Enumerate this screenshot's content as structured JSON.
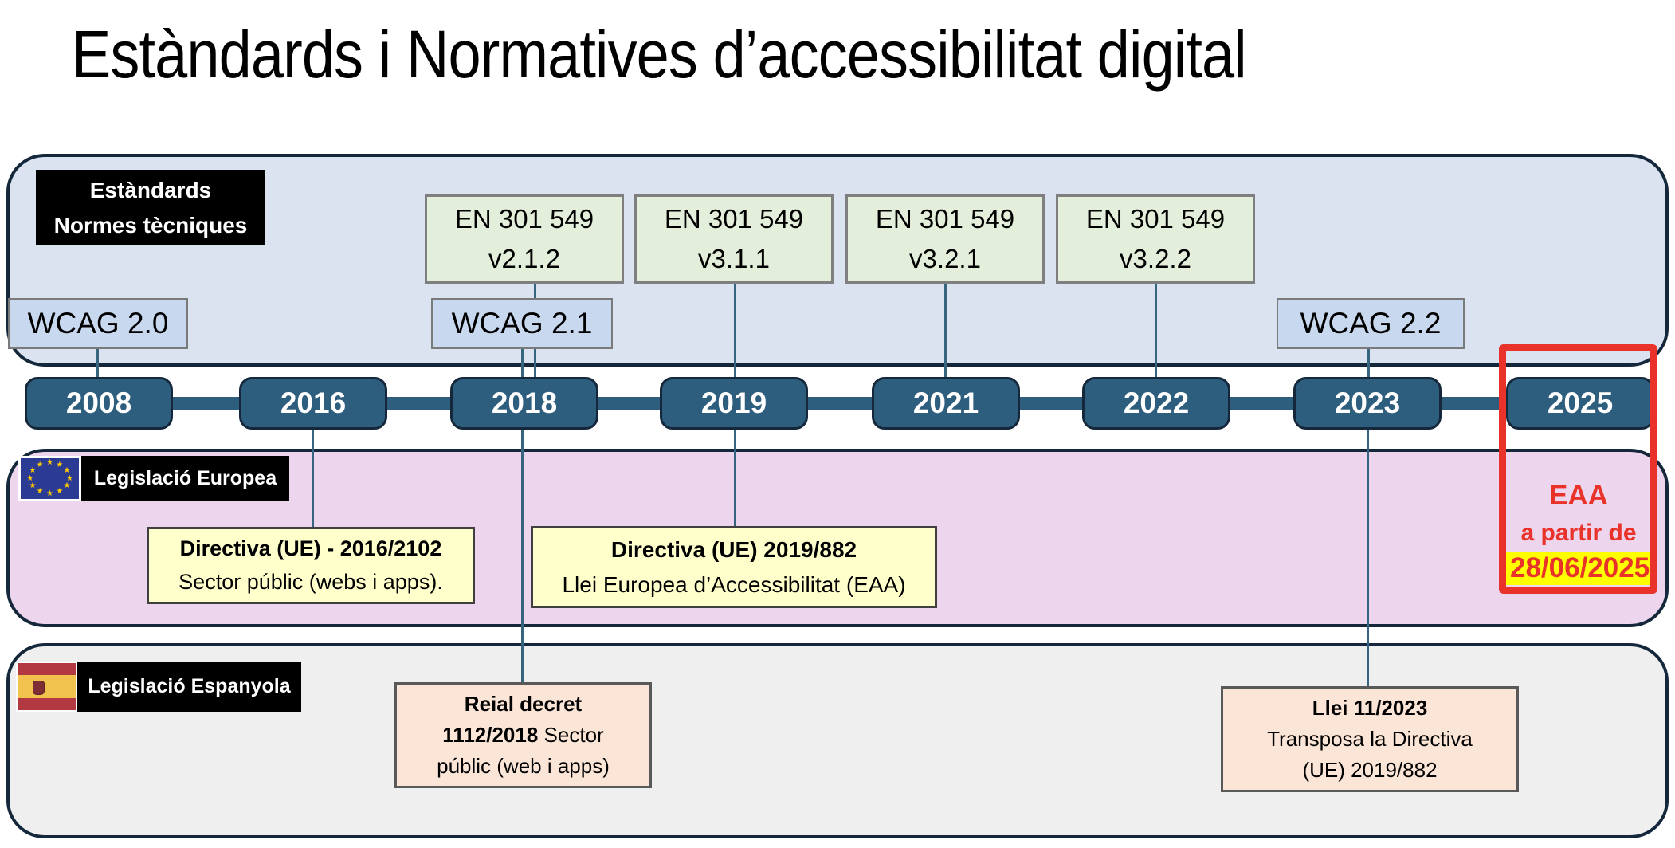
{
  "title": "Estàndards i Normatives d’accessibilitat digital",
  "icons": {
    "eu_star": "★"
  },
  "colors": {
    "section_border": "#15283b",
    "blue_bg": "#dbe3f1",
    "pink_bg": "#edd6ed",
    "gray_bg": "#f0eff0",
    "green_box": "#e3efda",
    "wcag_box": "#c8d8ee",
    "pill": "#2e5e7e",
    "connector": "#35657f",
    "yellow_box": "#ffffcb",
    "beige_box": "#fbe5d6",
    "alert_red": "#e9332a",
    "highlight_yellow": "#ffff00"
  },
  "standards_section": {
    "label_line1": "Estàndards",
    "label_line2": "Normes tècniques",
    "en_boxes": [
      {
        "name": "EN 301 549",
        "version": "v2.1.2"
      },
      {
        "name": "EN 301 549",
        "version": "v3.1.1"
      },
      {
        "name": "EN 301 549",
        "version": "v3.2.1"
      },
      {
        "name": "EN 301 549",
        "version": "v3.2.2"
      }
    ],
    "wcag_boxes": [
      {
        "label": "WCAG 2.0"
      },
      {
        "label": "WCAG 2.1"
      },
      {
        "label": "WCAG 2.2"
      }
    ]
  },
  "timeline": {
    "years": [
      {
        "label": "2008"
      },
      {
        "label": "2016"
      },
      {
        "label": "2018"
      },
      {
        "label": "2019"
      },
      {
        "label": "2021"
      },
      {
        "label": "2022"
      },
      {
        "label": "2023"
      },
      {
        "label": "2025"
      }
    ]
  },
  "eu_section": {
    "label": "Legislació Europea",
    "directive_2016": {
      "title": "Directiva (UE) - 2016/2102",
      "subtitle": "Sector públic (webs i apps)."
    },
    "directive_2019": {
      "title": "Directiva (UE) 2019/882",
      "subtitle": "Llei Europea d’Accessibilitat (EAA)"
    },
    "eaa_note": {
      "line1": "EAA",
      "line2": "a partir de",
      "date": "28/06/2025"
    }
  },
  "es_section": {
    "label": "Legislació Espanyola",
    "reial_decret": {
      "bold_line1": "Reial decret",
      "bold_line2": "1112/2018",
      "normal_line2": " Sector",
      "line3": "públic (web i apps)"
    },
    "llei": {
      "title": "Llei 11/2023",
      "line2": "Transposa la Directiva",
      "line3": "(UE) 2019/882"
    }
  }
}
